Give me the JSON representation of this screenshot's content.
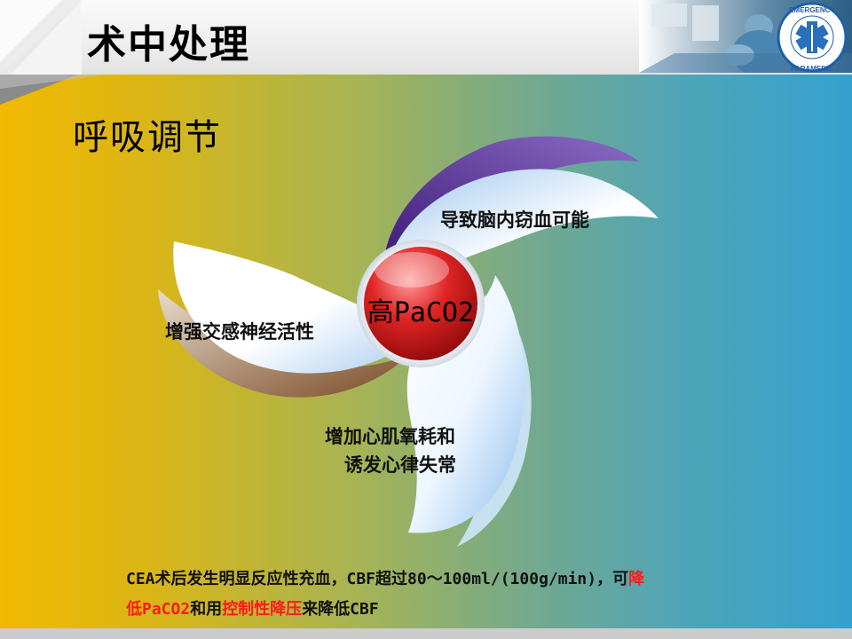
{
  "header": {
    "title": "术中处理",
    "logo_text_top": "EMERGENCY",
    "logo_text_bottom": "PARAMEDIC"
  },
  "section": {
    "title": "呼吸调节"
  },
  "diagram": {
    "center": "高PaCO2",
    "top": "导致脑内窃血可能",
    "left": "增强交感神经活性",
    "bottom_line1": "增加心肌氧耗和",
    "bottom_line2": "诱发心律失常"
  },
  "footer": {
    "p1": "CEA术后发生明显反应性充血，CBF超过80～100ml/(100g/min)，可",
    "p2_red": "降",
    "p3_red": "低PaCO2",
    "p4": "和用",
    "p5_red": "控制性降压",
    "p6": "来降低CBF"
  },
  "colors": {
    "accent_red": "#ff1a1a",
    "gradient_left": "#f3b800",
    "gradient_right": "#35a1d0"
  }
}
